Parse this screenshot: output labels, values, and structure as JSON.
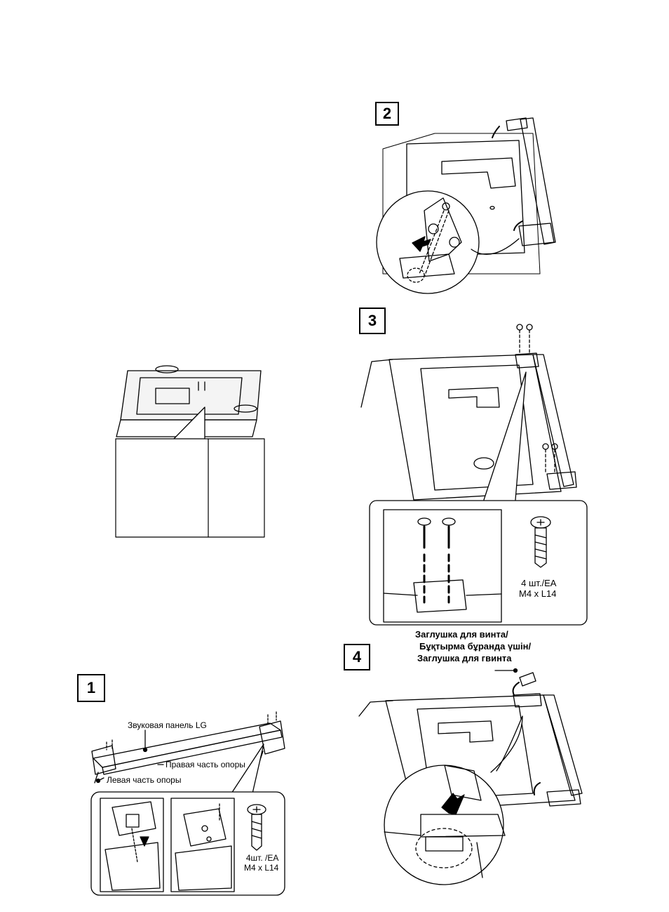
{
  "steps": {
    "s1": "1",
    "s2": "2",
    "s3": "3",
    "s4": "4"
  },
  "step1": {
    "soundbar_label": "Звуковая панель LG",
    "right_support_label": "Правая часть опоры",
    "left_support_label": "Левая часть опоры",
    "screw_qty": "4шт. /EA",
    "screw_size": "M4 x L14"
  },
  "step3": {
    "screw_qty": "4 шт./EA",
    "screw_size": "M4 x L14"
  },
  "step4": {
    "cap_label_line1": "Заглушка для винта/",
    "cap_label_line2": "Бұқтырма бұранда үшін/",
    "cap_label_line3": "Заглушка для гвинта"
  }
}
